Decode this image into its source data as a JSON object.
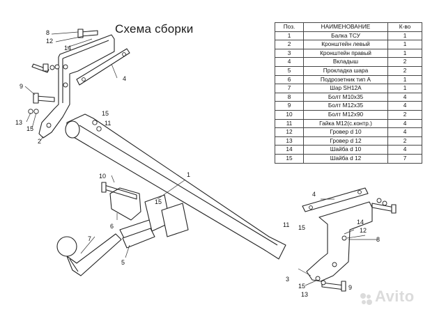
{
  "title": "Схема сборки",
  "table": {
    "headers": [
      "Поз.",
      "НАИМЕНОВАНИЕ",
      "К-во"
    ],
    "rows": [
      [
        "1",
        "Балка ТСУ",
        "1"
      ],
      [
        "2",
        "Кронштейн левый",
        "1"
      ],
      [
        "3",
        "Кронштейн правый",
        "1"
      ],
      [
        "4",
        "Вкладыш",
        "2"
      ],
      [
        "5",
        "Прокладка шара",
        "2"
      ],
      [
        "6",
        "Подрозетник тип А",
        "1"
      ],
      [
        "7",
        "Шар SH12A",
        "1"
      ],
      [
        "8",
        "Болт М10х35",
        "4"
      ],
      [
        "9",
        "Болт М12х35",
        "4"
      ],
      [
        "10",
        "Болт М12х90",
        "2"
      ],
      [
        "11",
        "Гайка М12(с.контр.)",
        "4"
      ],
      [
        "12",
        "Гровер d 10",
        "4"
      ],
      [
        "13",
        "Гровер d 12",
        "2"
      ],
      [
        "14",
        "Шайба d 10",
        "4"
      ],
      [
        "15",
        "Шайба d 12",
        "7"
      ]
    ]
  },
  "labels": [
    "8",
    "12",
    "14",
    "4",
    "9",
    "13",
    "15",
    "2",
    "15",
    "11",
    "1",
    "10",
    "15",
    "6",
    "7",
    "5",
    "4",
    "14",
    "12",
    "8",
    "11",
    "15",
    "3",
    "15",
    "13",
    "9"
  ],
  "watermark": "Avito",
  "icons": {
    "watermark": "avito-logo-icon"
  }
}
